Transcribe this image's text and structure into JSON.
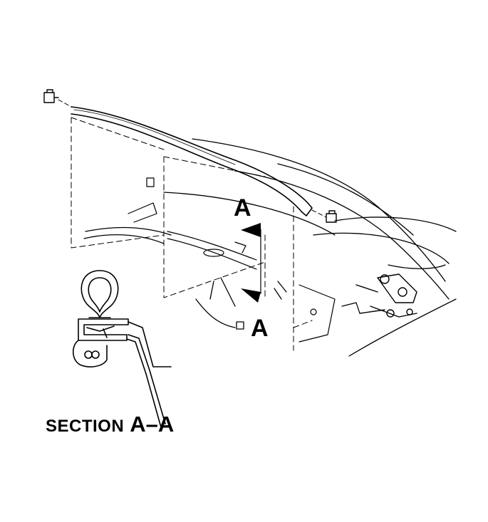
{
  "callouts": {
    "upper": "A",
    "lower": "A"
  },
  "section": {
    "word": "SECTION",
    "id": "A–A"
  },
  "colors": {
    "ink": "#000000",
    "background": "#ffffff"
  }
}
